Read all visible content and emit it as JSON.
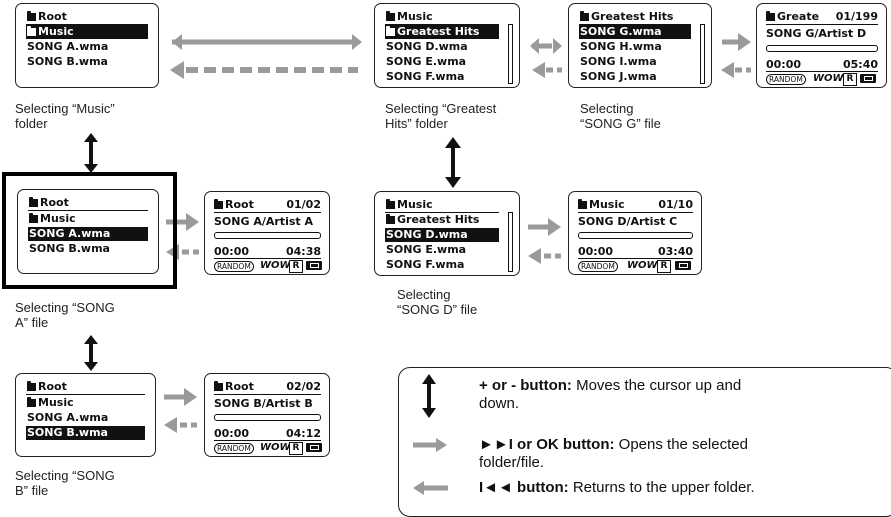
{
  "screens": {
    "s1": {
      "rows": [
        "Root",
        "Music",
        "SONG A.wma",
        "SONG B.wma"
      ]
    },
    "s2": {
      "rows": [
        "Music",
        "Greatest Hits",
        "SONG D.wma",
        "SONG E.wma",
        "SONG F.wma"
      ]
    },
    "s3": {
      "rows": [
        "Greatest Hits",
        "SONG G.wma",
        "SONG H.wma",
        "SONG I.wma",
        "SONG J.wma"
      ]
    },
    "p1": {
      "folder": "Greate",
      "count": "01/199",
      "track": "SONG G/Artist D",
      "elapsed": "00:00",
      "total": "05:40"
    },
    "s4": {
      "rows": [
        "Root",
        "Music",
        "SONG A.wma",
        "SONG B.wma"
      ]
    },
    "p2": {
      "folder": "Root",
      "count": "01/02",
      "track": "SONG A/Artist A",
      "elapsed": "00:00",
      "total": "04:38"
    },
    "s5": {
      "rows": [
        "Music",
        "Greatest Hits",
        "SONG D.wma",
        "SONG E.wma",
        "SONG F.wma"
      ]
    },
    "p3": {
      "folder": "Music",
      "count": "01/10",
      "track": "SONG D/Artist C",
      "elapsed": "00:00",
      "total": "03:40"
    },
    "s6": {
      "rows": [
        "Root",
        "Music",
        "SONG A.wma",
        "SONG B.wma"
      ]
    },
    "p4": {
      "folder": "Root",
      "count": "02/02",
      "track": "SONG B/Artist B",
      "elapsed": "00:00",
      "total": "04:12"
    }
  },
  "player_icons": {
    "random": "RANDOM",
    "wow": "WOW",
    "repeat": "R"
  },
  "captions": {
    "c1": [
      "Selecting “Music”",
      "folder"
    ],
    "c2": [
      "Selecting “Greatest",
      "Hits” folder"
    ],
    "c3": [
      "Selecting",
      "“SONG G” file"
    ],
    "c4": [
      "Selecting “SONG",
      "A” file"
    ],
    "c5": [
      "Selecting",
      "“SONG D” file"
    ],
    "c6": [
      "Selecting “SONG",
      "B” file"
    ]
  },
  "legend": {
    "line1_bold": "+ or  - button:",
    "line1_rest": " Moves the cursor up and",
    "line1_cont": "down.",
    "line2_bold": "►►I or OK button:",
    "line2_rest": " Opens the selected",
    "line2_cont": "folder/file.",
    "line3_bold": "I◄◄ button:",
    "line3_rest": " Returns to the upper folder."
  },
  "colors": {
    "arrow_gray": "#9a9a9a",
    "ink": "#111111"
  }
}
